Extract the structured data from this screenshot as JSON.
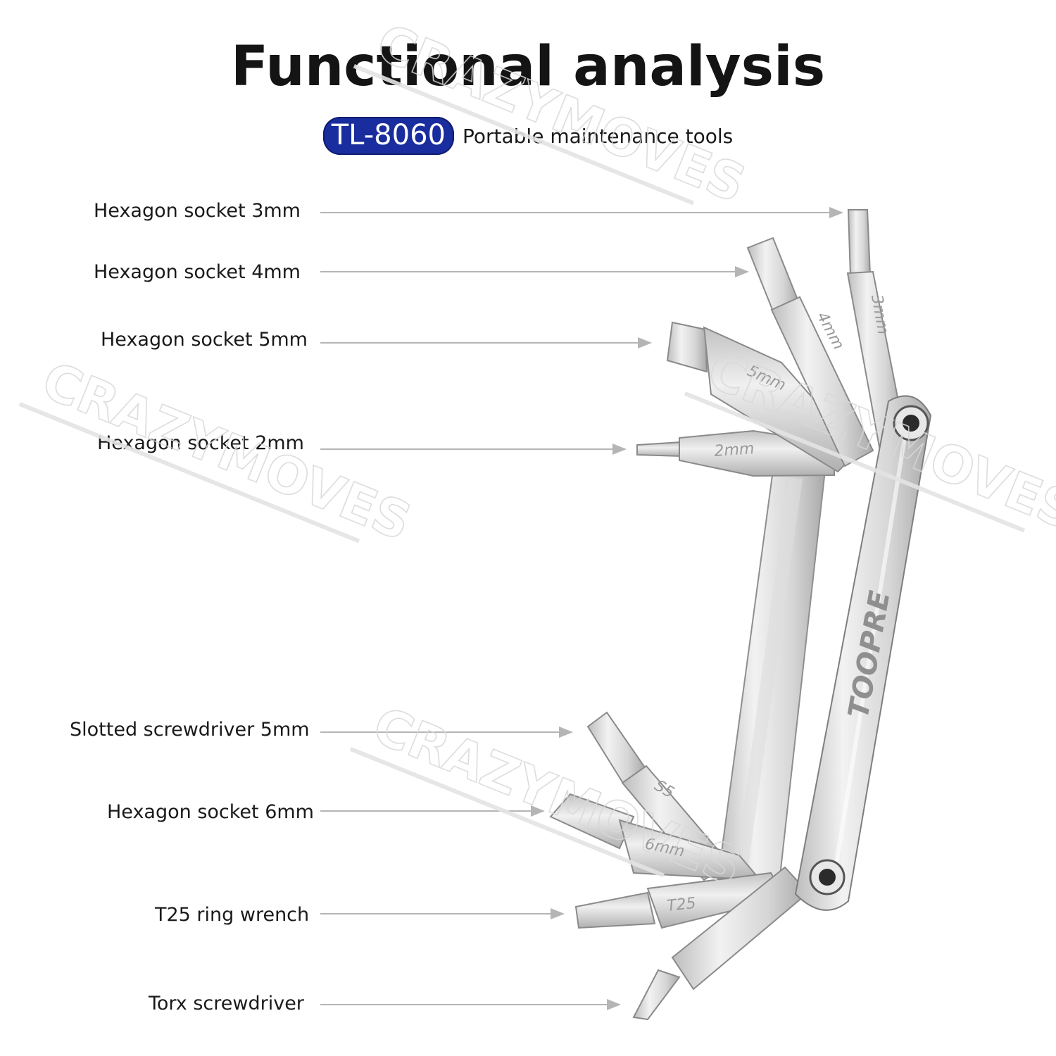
{
  "title": "Functional analysis",
  "model_badge": "TL-8060",
  "subtitle": "Portable maintenance tools",
  "labels": {
    "hex3": "Hexagon socket 3mm",
    "hex4": "Hexagon socket 4mm",
    "hex5": "Hexagon socket 5mm",
    "hex2": "Hexagon socket 2mm",
    "slot5": "Slotted screwdriver 5mm",
    "hex6": "Hexagon socket 6mm",
    "t25": "T25 ring wrench",
    "torx": "Torx screwdriver"
  },
  "tool_markings": {
    "bit3": "3mm",
    "bit4": "4mm",
    "bit5": "5mm",
    "bit2": "2mm",
    "slot": "S5",
    "bit6": "6mm",
    "t25": "T25",
    "brand": "TOOPRE"
  },
  "watermark": "CRAZYMOVES",
  "colors": {
    "badge_bg": "#1a2d9e",
    "metal_light": "#e9e9e9",
    "metal_mid": "#c7c7c7",
    "metal_dark": "#9c9c9c",
    "leader_line": "#b5b5b5"
  }
}
